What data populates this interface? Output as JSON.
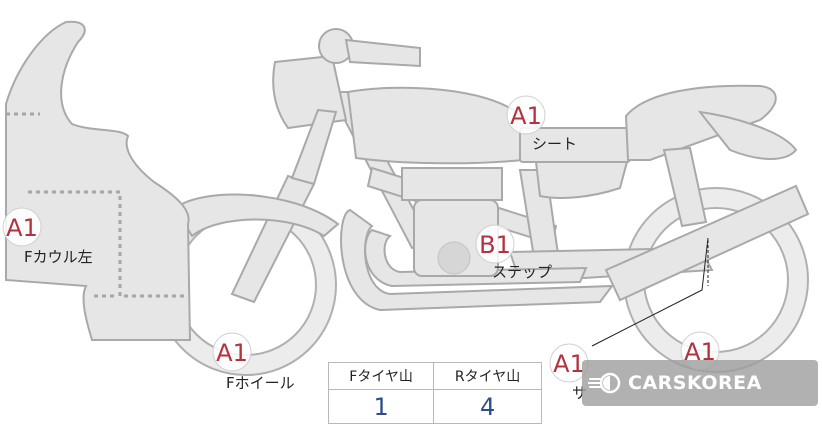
{
  "diagram": {
    "labels": {
      "f_cowl_left": "Fカウル左",
      "seat": "シート",
      "step": "ステップ",
      "f_wheel": "Fホイール",
      "side_partial": "サ"
    },
    "badges": {
      "cowl": "A1",
      "tank": "A1",
      "step": "B1",
      "f_wheel": "A1",
      "side": "A1",
      "rear": "A1"
    }
  },
  "tread_table": {
    "headers": [
      "Fタイヤ山",
      "Rタイヤ山"
    ],
    "values": [
      "1",
      "4"
    ]
  },
  "watermark": {
    "brand": "CARSKOREA",
    "logo_icon": "carskorea-logo-icon"
  },
  "colors": {
    "badge_red": "#b3323f",
    "value_blue": "#2d4d8a",
    "part_fill": "#e6e6e6"
  }
}
